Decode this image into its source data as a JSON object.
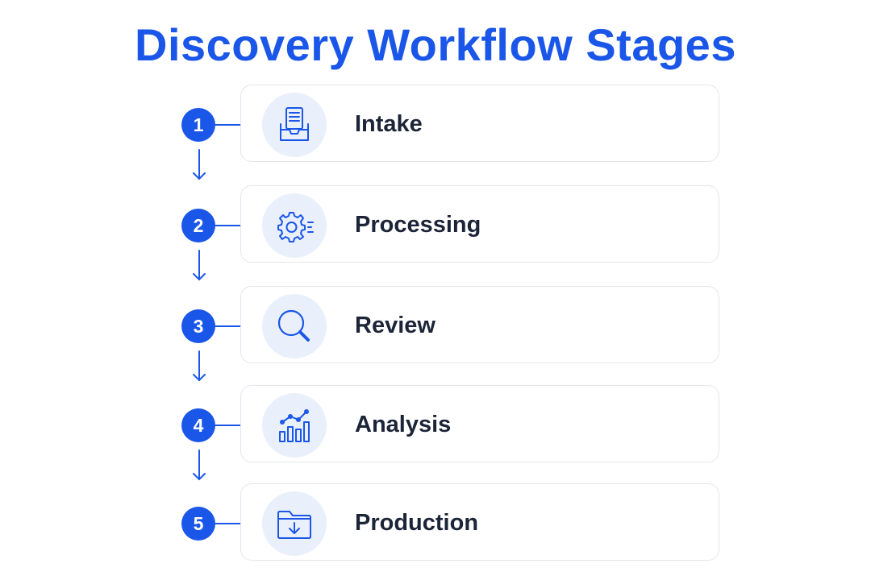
{
  "title": "Discovery Workflow Stages",
  "colors": {
    "accent": "#1a56e8",
    "text": "#1c2438",
    "icon_bg": "#eaf0fb",
    "card_border": "#e3e6ec"
  },
  "stages": [
    {
      "number": "1",
      "label": "Intake",
      "icon": "inbox-document-icon"
    },
    {
      "number": "2",
      "label": "Processing",
      "icon": "gear-lines-icon"
    },
    {
      "number": "3",
      "label": "Review",
      "icon": "magnifier-icon"
    },
    {
      "number": "4",
      "label": "Analysis",
      "icon": "bar-chart-trend-icon"
    },
    {
      "number": "5",
      "label": "Production",
      "icon": "folder-download-icon"
    }
  ]
}
